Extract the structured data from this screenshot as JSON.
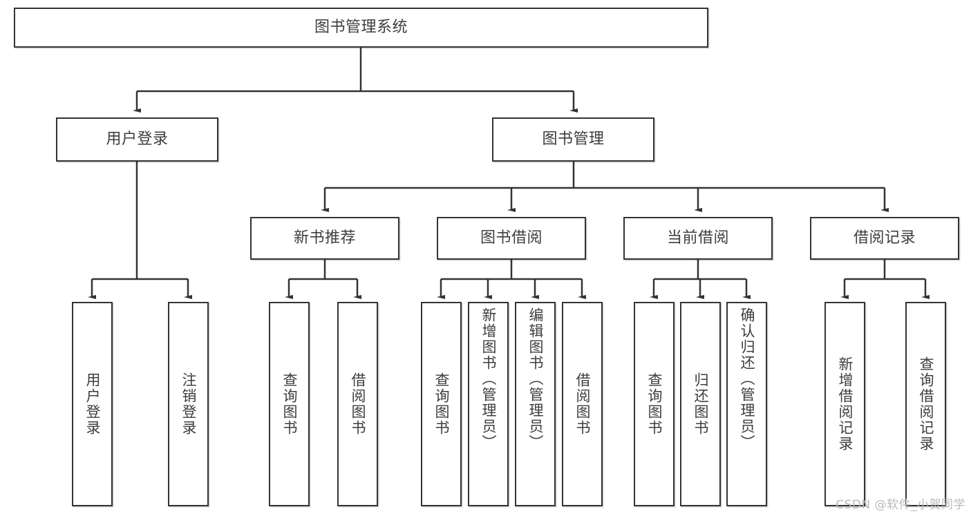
{
  "diagram": {
    "title": "图书管理系统",
    "watermark": "CSDN @软件_小贺同学",
    "colors": {
      "border": "#333333",
      "text": "#3d3d3d",
      "background": "#ffffff",
      "watermark": "#b9b9b9"
    },
    "levels": {
      "root": {
        "label": "图书管理系统"
      },
      "level2": [
        {
          "label": "用户登录"
        },
        {
          "label": "图书管理"
        }
      ],
      "level3": [
        {
          "label": "新书推荐"
        },
        {
          "label": "图书借阅"
        },
        {
          "label": "当前借阅"
        },
        {
          "label": "借阅记录"
        }
      ],
      "leaves": {
        "user_login": [
          {
            "label": "用户登录"
          },
          {
            "label": "注销登录"
          }
        ],
        "new_book_recommend": [
          {
            "label": "查询图书"
          },
          {
            "label": "借阅图书"
          }
        ],
        "book_borrow": [
          {
            "label": "查询图书"
          },
          {
            "label": "新增图书（管理员）"
          },
          {
            "label": "编辑图书（管理员）"
          },
          {
            "label": "借阅图书"
          }
        ],
        "current_borrow": [
          {
            "label": "查询图书"
          },
          {
            "label": "归还图书"
          },
          {
            "label": "确认归还（管理员）"
          }
        ],
        "borrow_record": [
          {
            "label": "新增借阅记录"
          },
          {
            "label": "查询借阅记录"
          }
        ]
      }
    }
  }
}
